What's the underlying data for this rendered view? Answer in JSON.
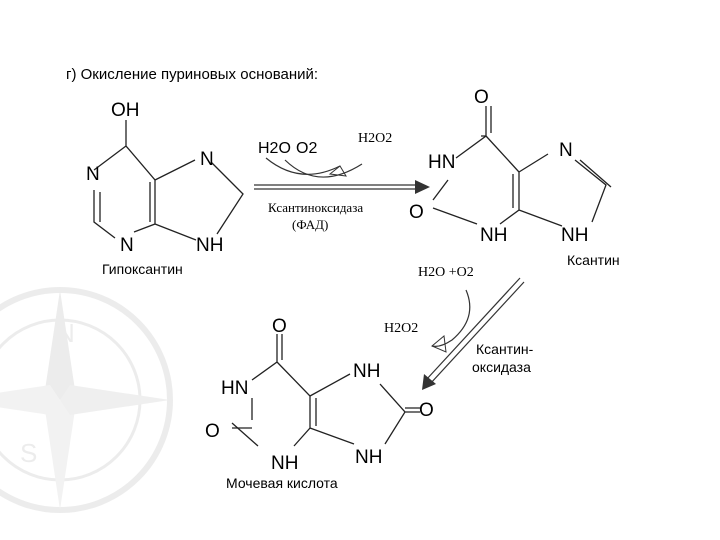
{
  "slide": {
    "title": "г) Окисление пуриновых оснований:"
  },
  "hypoxanthine": {
    "oh": "OH",
    "n1": "N",
    "n2": "N",
    "n3": "N",
    "nh": "NH",
    "name": "Гипоксантин"
  },
  "reaction1": {
    "reagent_h2o": "H2O",
    "reagent_o2": "O2",
    "product_h2o2": "H2O2",
    "enzyme_line1": "Ксантиноксидаза",
    "enzyme_line2": "(ФАД)"
  },
  "xanthine": {
    "o_top": "O",
    "hn": "HN",
    "n": "N",
    "o_left": "O",
    "nh1": "NH",
    "nh2": "NH",
    "name": "Ксантин"
  },
  "reaction2": {
    "reagents": "H2O +O2",
    "product_h2o2": "H2O2",
    "enzyme_line1": "Ксантин-",
    "enzyme_line2": "оксидаза"
  },
  "uric_acid": {
    "o_top": "O",
    "hn": "HN",
    "o_left": "O",
    "nh_top": "NH",
    "o_right": "O",
    "nh_bottom_left": "NH",
    "nh_bottom_right": "NH",
    "name": "Мочевая кислота"
  }
}
